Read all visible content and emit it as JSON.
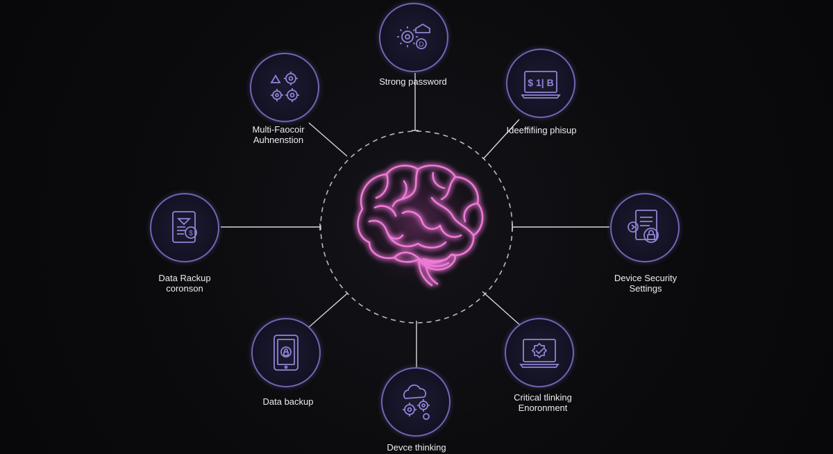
{
  "diagram": {
    "colors": {
      "background": "#0b0b0d",
      "node_stroke": "#6f67b3",
      "icon_stroke": "#8f86d8",
      "brain": "#f07ad8",
      "connector": "#d8d8de"
    },
    "center": {
      "icon": "brain-icon"
    },
    "nodes": [
      {
        "id": "strong-password",
        "icon": "gears-lock-icon",
        "label_lines": [
          "Strong password"
        ]
      },
      {
        "id": "multi-factor",
        "icon": "gears-icon",
        "label_lines": [
          "Multi-Faocoir",
          "Auhnenstion"
        ]
      },
      {
        "id": "identifying-phishing",
        "icon": "laptop-dollar-icon",
        "label_lines": [
          "Ideeffifiing phisup"
        ]
      },
      {
        "id": "data-backup-coronson",
        "icon": "tablet-dollar-icon",
        "label_lines": [
          "Data Rackup",
          "coronson"
        ]
      },
      {
        "id": "device-security",
        "icon": "document-lock-icon",
        "label_lines": [
          "Device Security",
          "Settings"
        ]
      },
      {
        "id": "data-backup",
        "icon": "tablet-lock-icon",
        "label_lines": [
          "Data backup"
        ]
      },
      {
        "id": "critical-thinking",
        "icon": "laptop-check-icon",
        "label_lines": [
          "Critical tlinking",
          "Enoronment"
        ]
      },
      {
        "id": "device-thinking",
        "icon": "cloud-gears-icon",
        "label_lines": [
          "Devce thinking"
        ]
      }
    ]
  }
}
